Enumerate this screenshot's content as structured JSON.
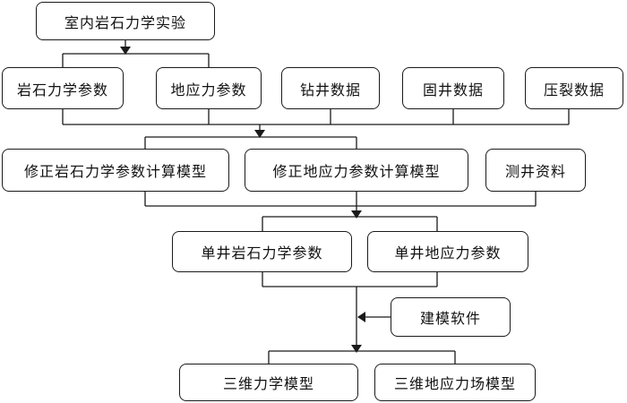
{
  "nodes": {
    "lab": "室内岩石力学实验",
    "rock_params": "岩石力学参数",
    "stress_params": "地应力参数",
    "drilling": "钻井数据",
    "cementing": "固井数据",
    "fracturing": "压裂数据",
    "rock_model": "修正岩石力学参数计算模型",
    "stress_model": "修正地应力参数计算模型",
    "logging": "测井资料",
    "single_rock": "单井岩石力学参数",
    "single_stress": "单井地应力参数",
    "software": "建模软件",
    "mech_3d": "三维力学模型",
    "stress_3d": "三维地应力场模型"
  }
}
